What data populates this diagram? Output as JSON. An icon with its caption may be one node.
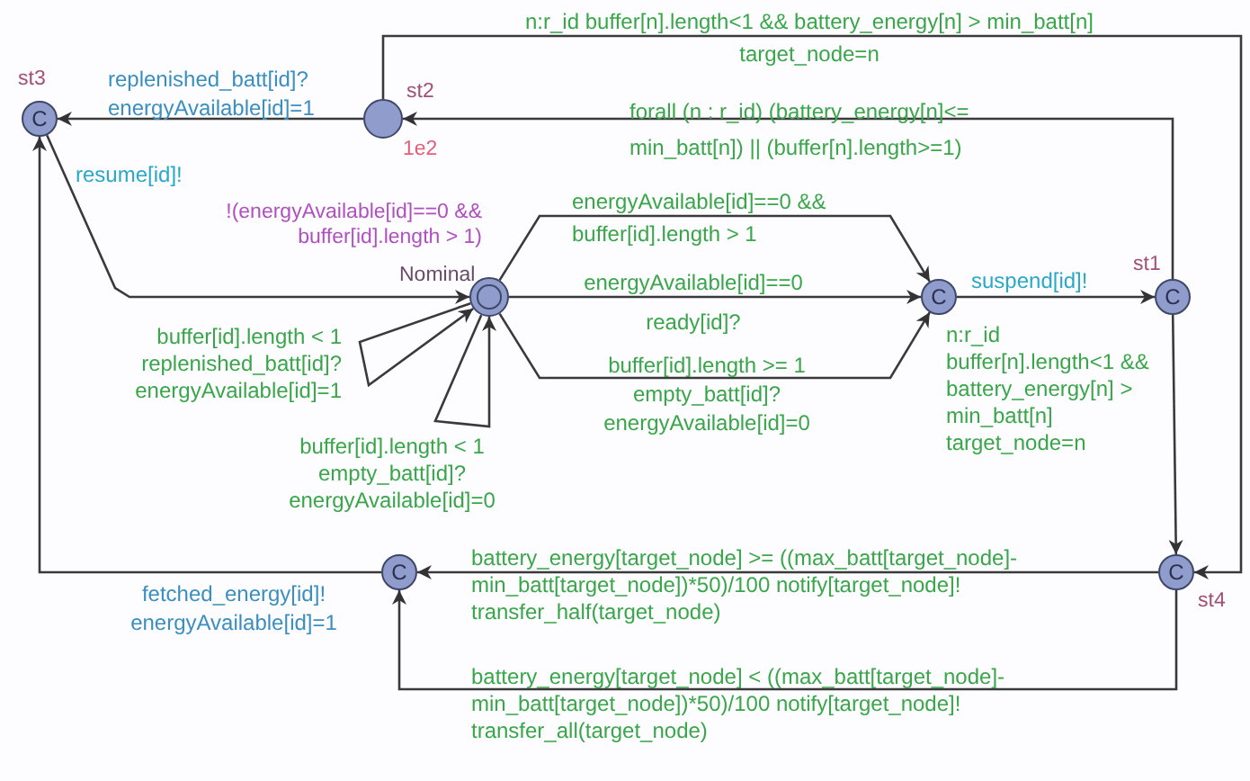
{
  "diagram": {
    "nodes": [
      {
        "text": [
          "C"
        ],
        "beside": [
          "st3"
        ]
      },
      {
        "text": [],
        "shape": "circle",
        "beside": [
          "st2",
          "1e2"
        ]
      },
      {
        "text": [],
        "shape": "circle",
        "beside": [
          "!(energyAvailable[id]==0 && buffer[id].length > 1)",
          "Nominal"
        ]
      },
      {
        "text": [
          "C"
        ]
      },
      {
        "text": [
          "C"
        ],
        "beside": [
          "st1"
        ]
      },
      {
        "text": [
          "C"
        ],
        "beside": [
          "st4"
        ]
      },
      {
        "text": [
          "C"
        ]
      }
    ],
    "edges": [
      {
        "from": 1,
        "to": 0,
        "arrow": "to",
        "label": "replenished_batt[id]? energyAvailable[id]=1"
      },
      {
        "from": 0,
        "to": 2,
        "arrow": "to",
        "label": "resume[id]!"
      },
      {
        "from": 4,
        "to": 1,
        "arrow": "to",
        "label": "forall (n : r_id) (battery_energy[n]<= min_batt[n]) || (buffer[n].length>=1)"
      },
      {
        "from": 1,
        "to": 5,
        "arrow": "to",
        "label": "n:r_id buffer[n].length<1 && battery_energy[n] > min_batt[n] target_node=n"
      },
      {
        "from": 2,
        "to": 3,
        "arrow": "to",
        "label": "energyAvailable[id]==0 && buffer[id].length > 1"
      },
      {
        "from": 2,
        "to": 3,
        "arrow": "to",
        "label": "energyAvailable[id]==0 ready[id]?"
      },
      {
        "from": 2,
        "to": 3,
        "arrow": "to",
        "label": "buffer[id].length >= 1 empty_batt[id]? energyAvailable[id]=0"
      },
      {
        "from": 3,
        "to": 4,
        "arrow": "to",
        "label": "suspend[id]!"
      },
      {
        "from": 4,
        "to": 5,
        "arrow": "to",
        "label": "n:r_id buffer[n].length<1 && battery_energy[n] > min_batt[n] target_node=n"
      },
      {
        "from": 5,
        "to": 6,
        "arrow": "to",
        "label": "battery_energy[target_node] >= ((max_batt[target_node]-min_batt[target_node])*50)/100 notify[target_node]! transfer_half(target_node)"
      },
      {
        "from": 5,
        "to": 6,
        "arrow": "to",
        "label": "battery_energy[target_node] < ((max_batt[target_node]-min_batt[target_node])*50)/100 notify[target_node]! transfer_all(target_node)"
      },
      {
        "from": 6,
        "to": 0,
        "arrow": "to",
        "label": "fetched_energy[id]! energyAvailable[id]=1"
      },
      {
        "from": 2,
        "to": 2,
        "arrow": "to",
        "label": "buffer[id].length < 1 replenished_batt[id]? energyAvailable[id]=1"
      },
      {
        "from": 2,
        "to": 2,
        "arrow": "to",
        "label": "buffer[id].length < 1 empty_batt[id]? energyAvailable[id]=0"
      }
    ]
  }
}
